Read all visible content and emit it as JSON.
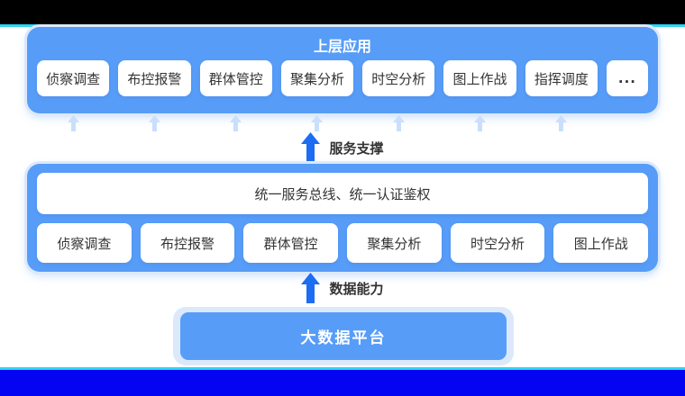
{
  "colors": {
    "container_blue": "#579df8",
    "big_arrow_blue": "#1c6df2",
    "small_arrow_blue": "#c9dffb",
    "box_text": "#333333",
    "title_text": "#ffffff",
    "glow": "#dce9fc",
    "edge_cyan_line": "#2fd4f2",
    "bottom_band_blue": "#0404f2",
    "top_band_black": "#000000"
  },
  "icons": {
    "small_arrow": "up-arrow",
    "big_arrow": "up-arrow"
  },
  "top_section": {
    "title": "上层应用",
    "items": [
      "侦察调查",
      "布控报警",
      "群体管控",
      "聚集分析",
      "时空分析",
      "图上作战",
      "指挥调度",
      "..."
    ]
  },
  "connector_top": {
    "label": "服务支撑"
  },
  "middle_section": {
    "bus_label": "统一服务总线、统一认证鉴权",
    "items": [
      "侦察调查",
      "布控报警",
      "群体管控",
      "聚集分析",
      "时空分析",
      "图上作战"
    ]
  },
  "connector_bottom": {
    "label": "数据能力"
  },
  "platform": {
    "label": "大数据平台"
  }
}
